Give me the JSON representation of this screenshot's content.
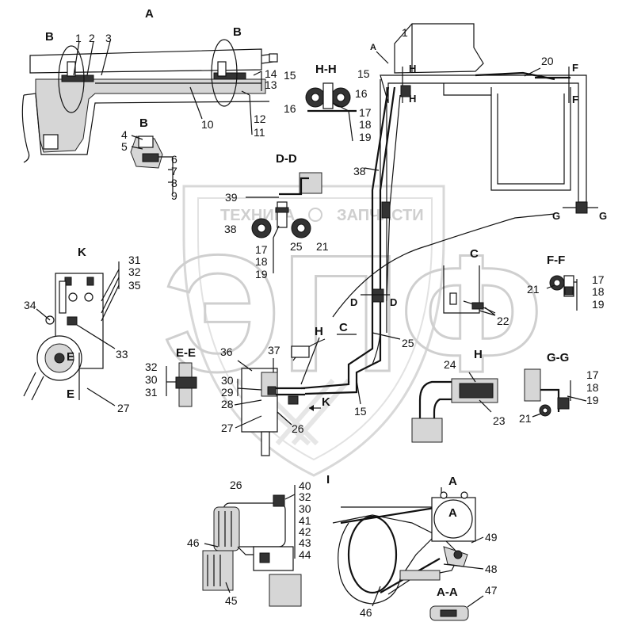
{
  "watermark": {
    "top_left": "ТЕХНИКА",
    "top_right": "ЗАПЧАСТИ",
    "big": "ЭПФ"
  },
  "sections": {
    "A_top": "A",
    "B_left": "B",
    "B_right": "B",
    "B_detail": "B",
    "DD": "D-D",
    "HH": "H-H",
    "K": "K",
    "EE": "E-E",
    "C": "C",
    "FF": "F-F",
    "H": "H",
    "GG": "G-G",
    "I": "I",
    "AA_top": "A",
    "AA": "A-A"
  },
  "view_markers": {
    "A_main": "A",
    "H1": "H",
    "H2": "H",
    "F1": "F",
    "F2": "F",
    "G1": "G",
    "G2": "G",
    "D1": "D",
    "D2": "D",
    "H_mid": "H",
    "C_mid": "C",
    "K_mid": "K",
    "E1": "E",
    "E2": "E",
    "A_circle": "A"
  },
  "callouts": {
    "c1a": "1",
    "c2": "2",
    "c3": "3",
    "c14": "14",
    "c13": "13",
    "c10": "10",
    "c12": "12",
    "c11": "11",
    "c4": "4",
    "c5": "5",
    "c6": "6",
    "c7": "7",
    "c8": "8",
    "c9": "9",
    "c15a": "15",
    "c15b": "15",
    "c16a": "16",
    "c16b": "16",
    "c17a": "17",
    "c18a": "18",
    "c19a": "19",
    "c1b": "1",
    "c20": "20",
    "c38a": "38",
    "c39": "39",
    "c38b": "38",
    "c25a": "25",
    "c21a": "21",
    "c17b": "17",
    "c18b": "18",
    "c19b": "19",
    "c31a": "31",
    "c32a": "32",
    "c35": "35",
    "c34": "34",
    "c33": "33",
    "c27a": "27",
    "c32b": "32",
    "c30a": "30",
    "c31b": "31",
    "c36": "36",
    "c37": "37",
    "c30b": "30",
    "c29": "29",
    "c28": "28",
    "c27b": "27",
    "c26a": "26",
    "c15c": "15",
    "c25b": "25",
    "c22": "22",
    "c21b": "21",
    "c17c": "17",
    "c18c": "18",
    "c19c": "19",
    "c24": "24",
    "c23": "23",
    "c17d": "17",
    "c18d": "18",
    "c19d": "19",
    "c21c": "21",
    "c26b": "26",
    "c40": "40",
    "c32c": "32",
    "c30c": "30",
    "c41": "41",
    "c42": "42",
    "c43": "43",
    "c44": "44",
    "c46a": "46",
    "c45": "45",
    "c49": "49",
    "c48": "48",
    "c46b": "46",
    "c47": "47"
  }
}
